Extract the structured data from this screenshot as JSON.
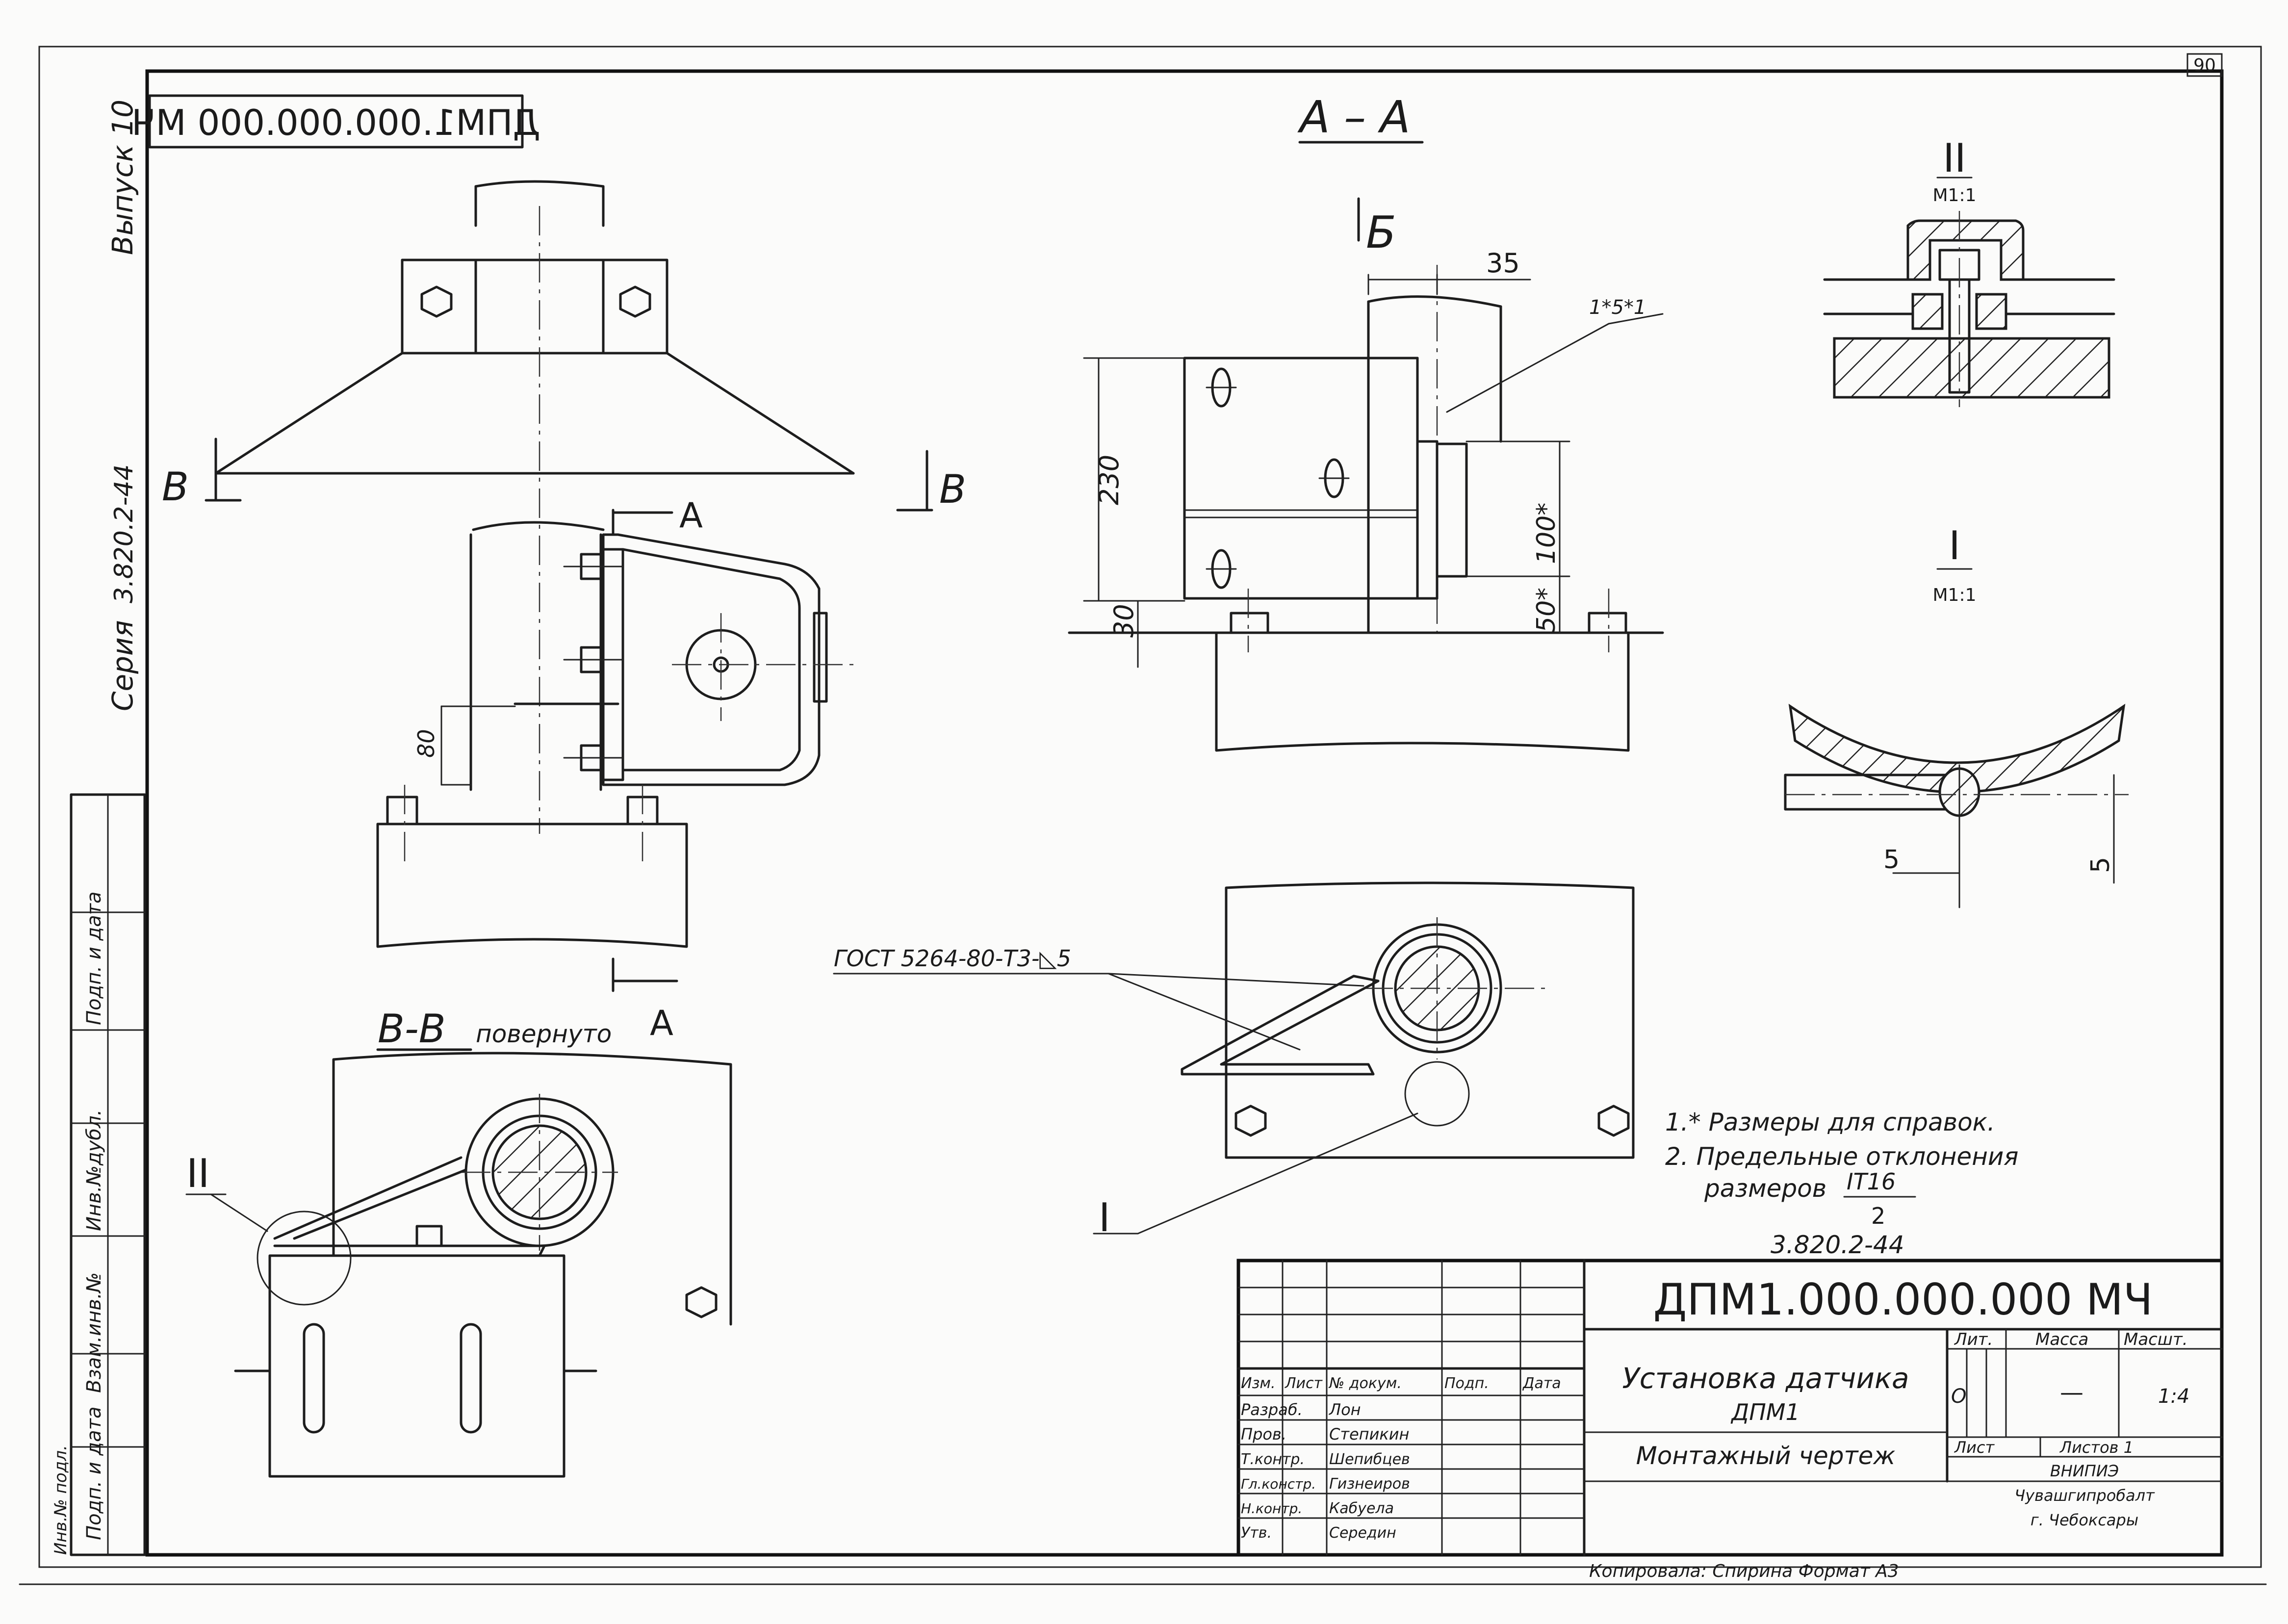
{
  "drawing": {
    "code_mirrored": "ДПМ1.000.000.000 МЧ",
    "sheet_mark": "90",
    "series_number": "3.820.2-44",
    "issue": "Выпуск 10",
    "series_label": "Серия",
    "series_value": "3.820.2-44"
  },
  "margin_table": {
    "cells": [
      "Взам.инв.№",
      "Инв.№дубл.",
      "Подп. и дата",
      "Подп. и дата",
      "Инв.№ подл."
    ]
  },
  "views": {
    "main": {
      "cut_left": "В",
      "cut_right": "В",
      "section_arrow": "А",
      "section_arrow_bottom": "А",
      "dim_80": "80"
    },
    "section_aa": {
      "title": "А – А",
      "view_b": "Б",
      "dim_35": "35",
      "dim_230": "230",
      "dim_30": "30",
      "dim_100": "100*",
      "dim_50": "50*",
      "weld_mark": "1*5*1"
    },
    "section_vv": {
      "title": "В-В",
      "subtitle": "повернуто",
      "arrow": "А",
      "callout": "II"
    },
    "detail_ii": {
      "title": "II",
      "scale": "М1:1"
    },
    "detail_i": {
      "title": "I",
      "scale": "М1:1",
      "dim_left": "5",
      "dim_right": "5"
    },
    "plan": {
      "weld_standard": "ГОСТ 5264-80-Т3-◺5",
      "callout": "I"
    }
  },
  "notes": {
    "line1": "1.* Размеры для справок.",
    "line2": "2. Предельные отклонения",
    "line3_prefix": "размеров",
    "fraction_num": "IT16",
    "fraction_den": "2"
  },
  "title_block": {
    "series_above": "3.820.2-44",
    "designation": "ДПМ1.000.000.000 МЧ",
    "title_line1": "Установка датчика",
    "title_line2": "ДПМ1",
    "doc_type": "Монтажный чертеж",
    "header_labels": [
      "Изм.",
      "Лист",
      "№ докум.",
      "Подп.",
      "Дата"
    ],
    "roles": [
      "Разраб.",
      "Пров.",
      "Т.контр.",
      "Гл.констр.",
      "Н.контр.",
      "Утв."
    ],
    "names": [
      "Лон",
      "Степикин",
      "Шепибцев",
      "Гизнеиров",
      "Кабуела",
      "Середин"
    ],
    "lit_label": "Лит.",
    "mass_label": "Масса",
    "scale_label": "Масшт.",
    "lit_value": "О",
    "mass_value": "—",
    "scale_value": "1:4",
    "sheet_label": "Лист",
    "sheets_label": "Листов 1",
    "org_line1": "ВНИПИЭ",
    "org_line2": "Чувашгипробалт",
    "org_line3": "г. Чебоксары",
    "footer": "Копировала: Спирина  Формат А3"
  }
}
